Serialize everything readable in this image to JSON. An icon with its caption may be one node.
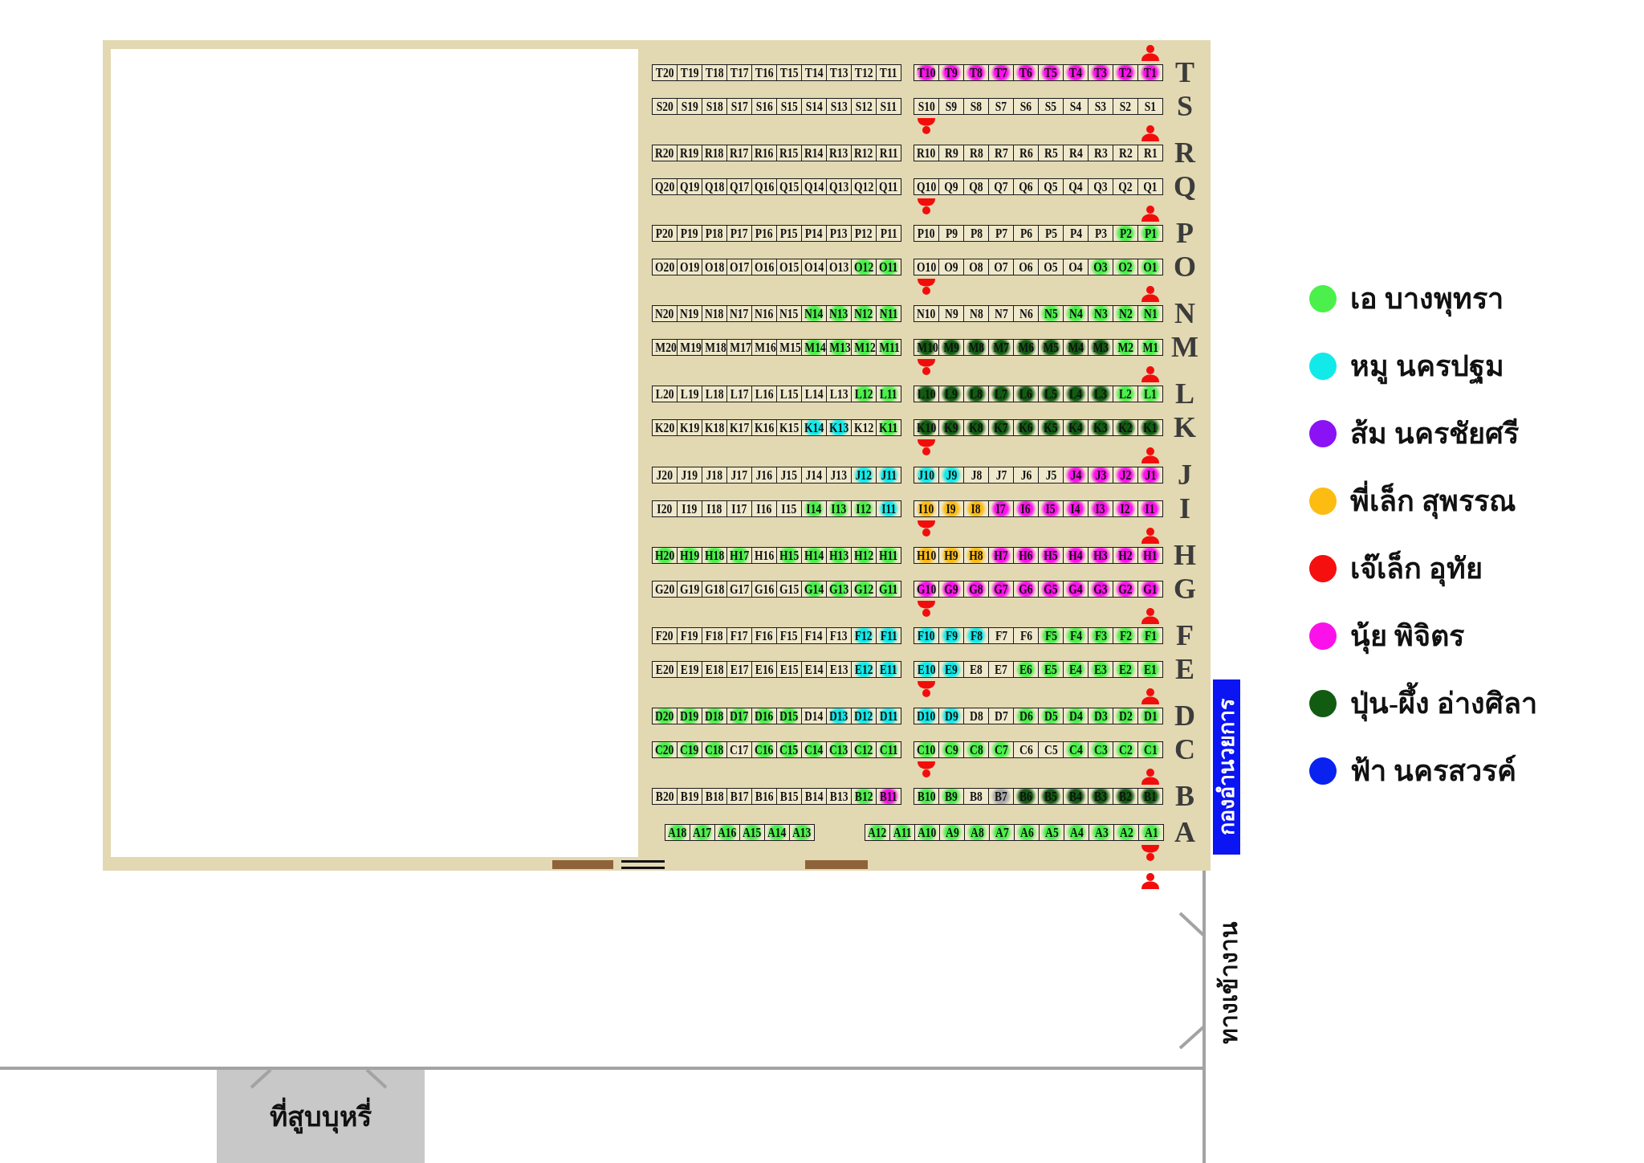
{
  "diagram": {
    "labels": [
      "T20",
      "T19",
      "T18",
      "T17",
      "T16",
      "T15",
      "T14",
      "T13",
      "T12",
      "T11",
      "T10",
      "T9",
      "T8",
      "T7",
      "T6",
      "T5",
      "T4",
      "T3",
      "T2",
      "T1",
      "T",
      "S20",
      "S19",
      "S18",
      "S17",
      "S16",
      "S15",
      "S14",
      "S13",
      "S12",
      "S11",
      "S10",
      "S9",
      "S8",
      "S7",
      "S6",
      "S5",
      "S4",
      "S3",
      "S2",
      "S1",
      "S",
      "R20",
      "R19",
      "R18",
      "R17",
      "R16",
      "R15",
      "R14",
      "R13",
      "R12",
      "R11",
      "R10",
      "R9",
      "R8",
      "R7",
      "R6",
      "R5",
      "R4",
      "R3",
      "R2",
      "R1",
      "R",
      "Q20",
      "Q19",
      "Q18",
      "Q17",
      "Q16",
      "Q15",
      "Q14",
      "Q13",
      "Q12",
      "Q11",
      "Q10",
      "Q9",
      "Q8",
      "Q7",
      "Q6",
      "Q5",
      "Q4",
      "Q3",
      "Q2",
      "Q1",
      "Q",
      "P20",
      "P19",
      "P18",
      "P17",
      "P16",
      "P15",
      "P14",
      "P13",
      "P12",
      "P11",
      "P10",
      "P9",
      "P8",
      "P7",
      "P6",
      "P5",
      "P4",
      "P3",
      "P2",
      "P1",
      "P",
      "O20",
      "O19",
      "O18",
      "O17",
      "O16",
      "O15",
      "O14",
      "O13",
      "O12",
      "O11",
      "O10",
      "O9",
      "O8",
      "O7",
      "O6",
      "O5",
      "O4",
      "O3",
      "O2",
      "O1",
      "O",
      "N20",
      "N19",
      "N18",
      "N17",
      "N16",
      "N15",
      "N14",
      "N13",
      "N12",
      "N11",
      "N10",
      "N9",
      "N8",
      "N7",
      "N6",
      "N5",
      "N4",
      "N3",
      "N2",
      "N1",
      "N",
      "M20",
      "M19",
      "M18",
      "M17",
      "M16",
      "M15",
      "M14",
      "M13",
      "M12",
      "M11",
      "M10",
      "M9",
      "M8",
      "M7",
      "M6",
      "M5",
      "M4",
      "M3",
      "M2",
      "M1",
      "M",
      "L20",
      "L19",
      "L18",
      "L17",
      "L16",
      "L15",
      "L14",
      "L13",
      "L12",
      "L11",
      "L10",
      "L9",
      "L8",
      "L7",
      "L6",
      "L5",
      "L4",
      "L3",
      "L2",
      "L1",
      "L",
      "K20",
      "K19",
      "K18",
      "K17",
      "K16",
      "K15",
      "K14",
      "K13",
      "K12",
      "K11",
      "K10",
      "K9",
      "K8",
      "K7",
      "K6",
      "K5",
      "K4",
      "K3",
      "K2",
      "K1",
      "K",
      "J20",
      "J19",
      "J18",
      "J17",
      "J16",
      "J15",
      "J14",
      "J13",
      "J12",
      "J11",
      "J10",
      "J9",
      "J8",
      "J7",
      "J6",
      "J5",
      "J4",
      "J3",
      "J2",
      "J1",
      "J",
      "I20",
      "I19",
      "I18",
      "I17",
      "I16",
      "I15",
      "I14",
      "I13",
      "I12",
      "I11",
      "I10",
      "I9",
      "I8",
      "I7",
      "I6",
      "I5",
      "I4",
      "I3",
      "I2",
      "I1",
      "I",
      "H20",
      "H19",
      "H18",
      "H17",
      "H16",
      "H15",
      "H14",
      "H13",
      "H12",
      "H11",
      "H10",
      "H9",
      "H8",
      "H7",
      "H6",
      "H5",
      "H4",
      "H3",
      "H2",
      "H1",
      "H",
      "G20",
      "G19",
      "G18",
      "G17",
      "G16",
      "G15",
      "G14",
      "G13",
      "G12",
      "G11",
      "G10",
      "G9",
      "G8",
      "G7",
      "G6",
      "G5",
      "G4",
      "G3",
      "G2",
      "G1",
      "G",
      "F20",
      "F19",
      "F18",
      "F17",
      "F16",
      "F15",
      "F14",
      "F13",
      "F12",
      "F11",
      "F10",
      "F9",
      "F8",
      "F7",
      "F6",
      "F5",
      "F4",
      "F3",
      "F2",
      "F1",
      "F",
      "E20",
      "E19",
      "E18",
      "E17",
      "E16",
      "E15",
      "E14",
      "E13",
      "E12",
      "E11",
      "E10",
      "E9",
      "E8",
      "E7",
      "E6",
      "E5",
      "E4",
      "E3",
      "E2",
      "E1",
      "E",
      "D20",
      "D19",
      "D18",
      "D17",
      "D16",
      "D15",
      "D14",
      "D13",
      "D12",
      "D11",
      "D10",
      "D9",
      "D8",
      "D7",
      "D6",
      "D5",
      "D4",
      "D3",
      "D2",
      "D1",
      "D",
      "C20",
      "C19",
      "C18",
      "C17",
      "C16",
      "C15",
      "C14",
      "C13",
      "C12",
      "C11",
      "C10",
      "C9",
      "C8",
      "C7",
      "C6",
      "C5",
      "C4",
      "C3",
      "C2",
      "C1",
      "C",
      "B20",
      "B19",
      "B18",
      "B17",
      "B16",
      "B15",
      "B14",
      "B13",
      "B12",
      "B11",
      "B10",
      "B9",
      "B8",
      "B7",
      "B6",
      "B5",
      "B4",
      "B3",
      "B2",
      "B1",
      "B",
      "A18",
      "A17",
      "A16",
      "A15",
      "A14",
      "A13",
      "A12",
      "A11",
      "A10",
      "A9",
      "A8",
      "A7",
      "A6",
      "A5",
      "A4",
      "A3",
      "A2",
      "A1",
      "A",
      "กองอำนวยการ",
      "ทางเข้างาน",
      "ที่สูบบุหรี่"
    ],
    "legend": [
      {
        "text": "เอ บางพุทรา",
        "color": "#4cf04c"
      },
      {
        "text": "หมู นครปฐม",
        "color": "#12eaea"
      },
      {
        "text": "ส้ม นครชัยศรี",
        "color": "#8a12f5"
      },
      {
        "text": "พี่เล็ก สุพรรณ",
        "color": "#fcbc12"
      },
      {
        "text": "เจ๊เล็ก อุทัย",
        "color": "#f50f0f"
      },
      {
        "text": "นุ้ย พิจิตร",
        "color": "#fb12eb"
      },
      {
        "text": "ปุ่น-ผึ้ง อ่างศิลา",
        "color": "#125c12"
      },
      {
        "text": "ฟ้า นครสวรค์",
        "color": "#0a22f0"
      }
    ]
  }
}
